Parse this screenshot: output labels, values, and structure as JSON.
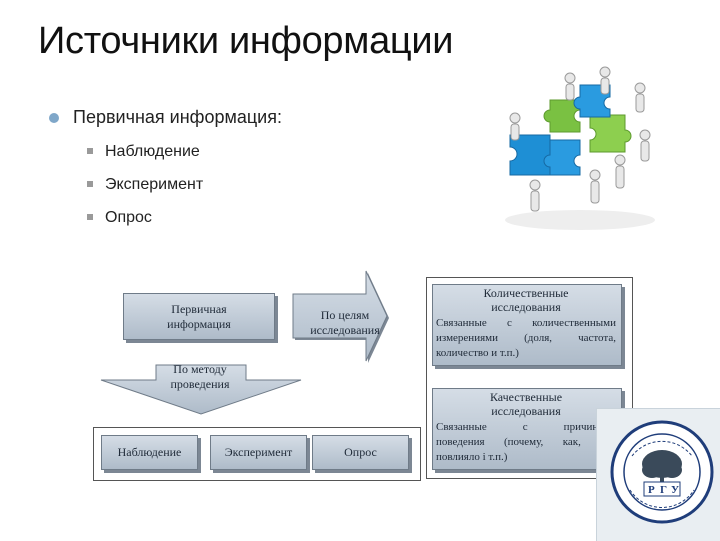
{
  "title": "Источники информации",
  "bullet": {
    "label": "Первичная информация:"
  },
  "subitems": [
    "Наблюдение",
    "Эксперимент",
    "Опрос"
  ],
  "diagram": {
    "primary_box": "Первичная\nинформация",
    "by_goal_arrow": "По целям\nисследования",
    "by_method_arrow": "По методу\nпроведения",
    "methods": [
      "Наблюдение",
      "Эксперимент",
      "Опрос"
    ],
    "quantitative": {
      "title": "Количественные\nисследования",
      "desc_lines": [
        "Связанные с количественными",
        "измерениями (доля, частота,",
        "количество и т.п.)"
      ]
    },
    "qualitative": {
      "title": "Качественные\nисследования",
      "desc_lines": [
        "Связанные с причинами",
        "поведения (почему, как, что",
        "повлияло і т.п.)"
      ]
    }
  },
  "colors": {
    "bullet": "#7fa7c9",
    "box_fill": "#bcc7d4",
    "puzzle_green": "#7ac142",
    "puzzle_blue": "#1e8fd5"
  },
  "icons": {
    "illustration": "puzzle-people-illustration",
    "logo": "university-seal-logo"
  }
}
